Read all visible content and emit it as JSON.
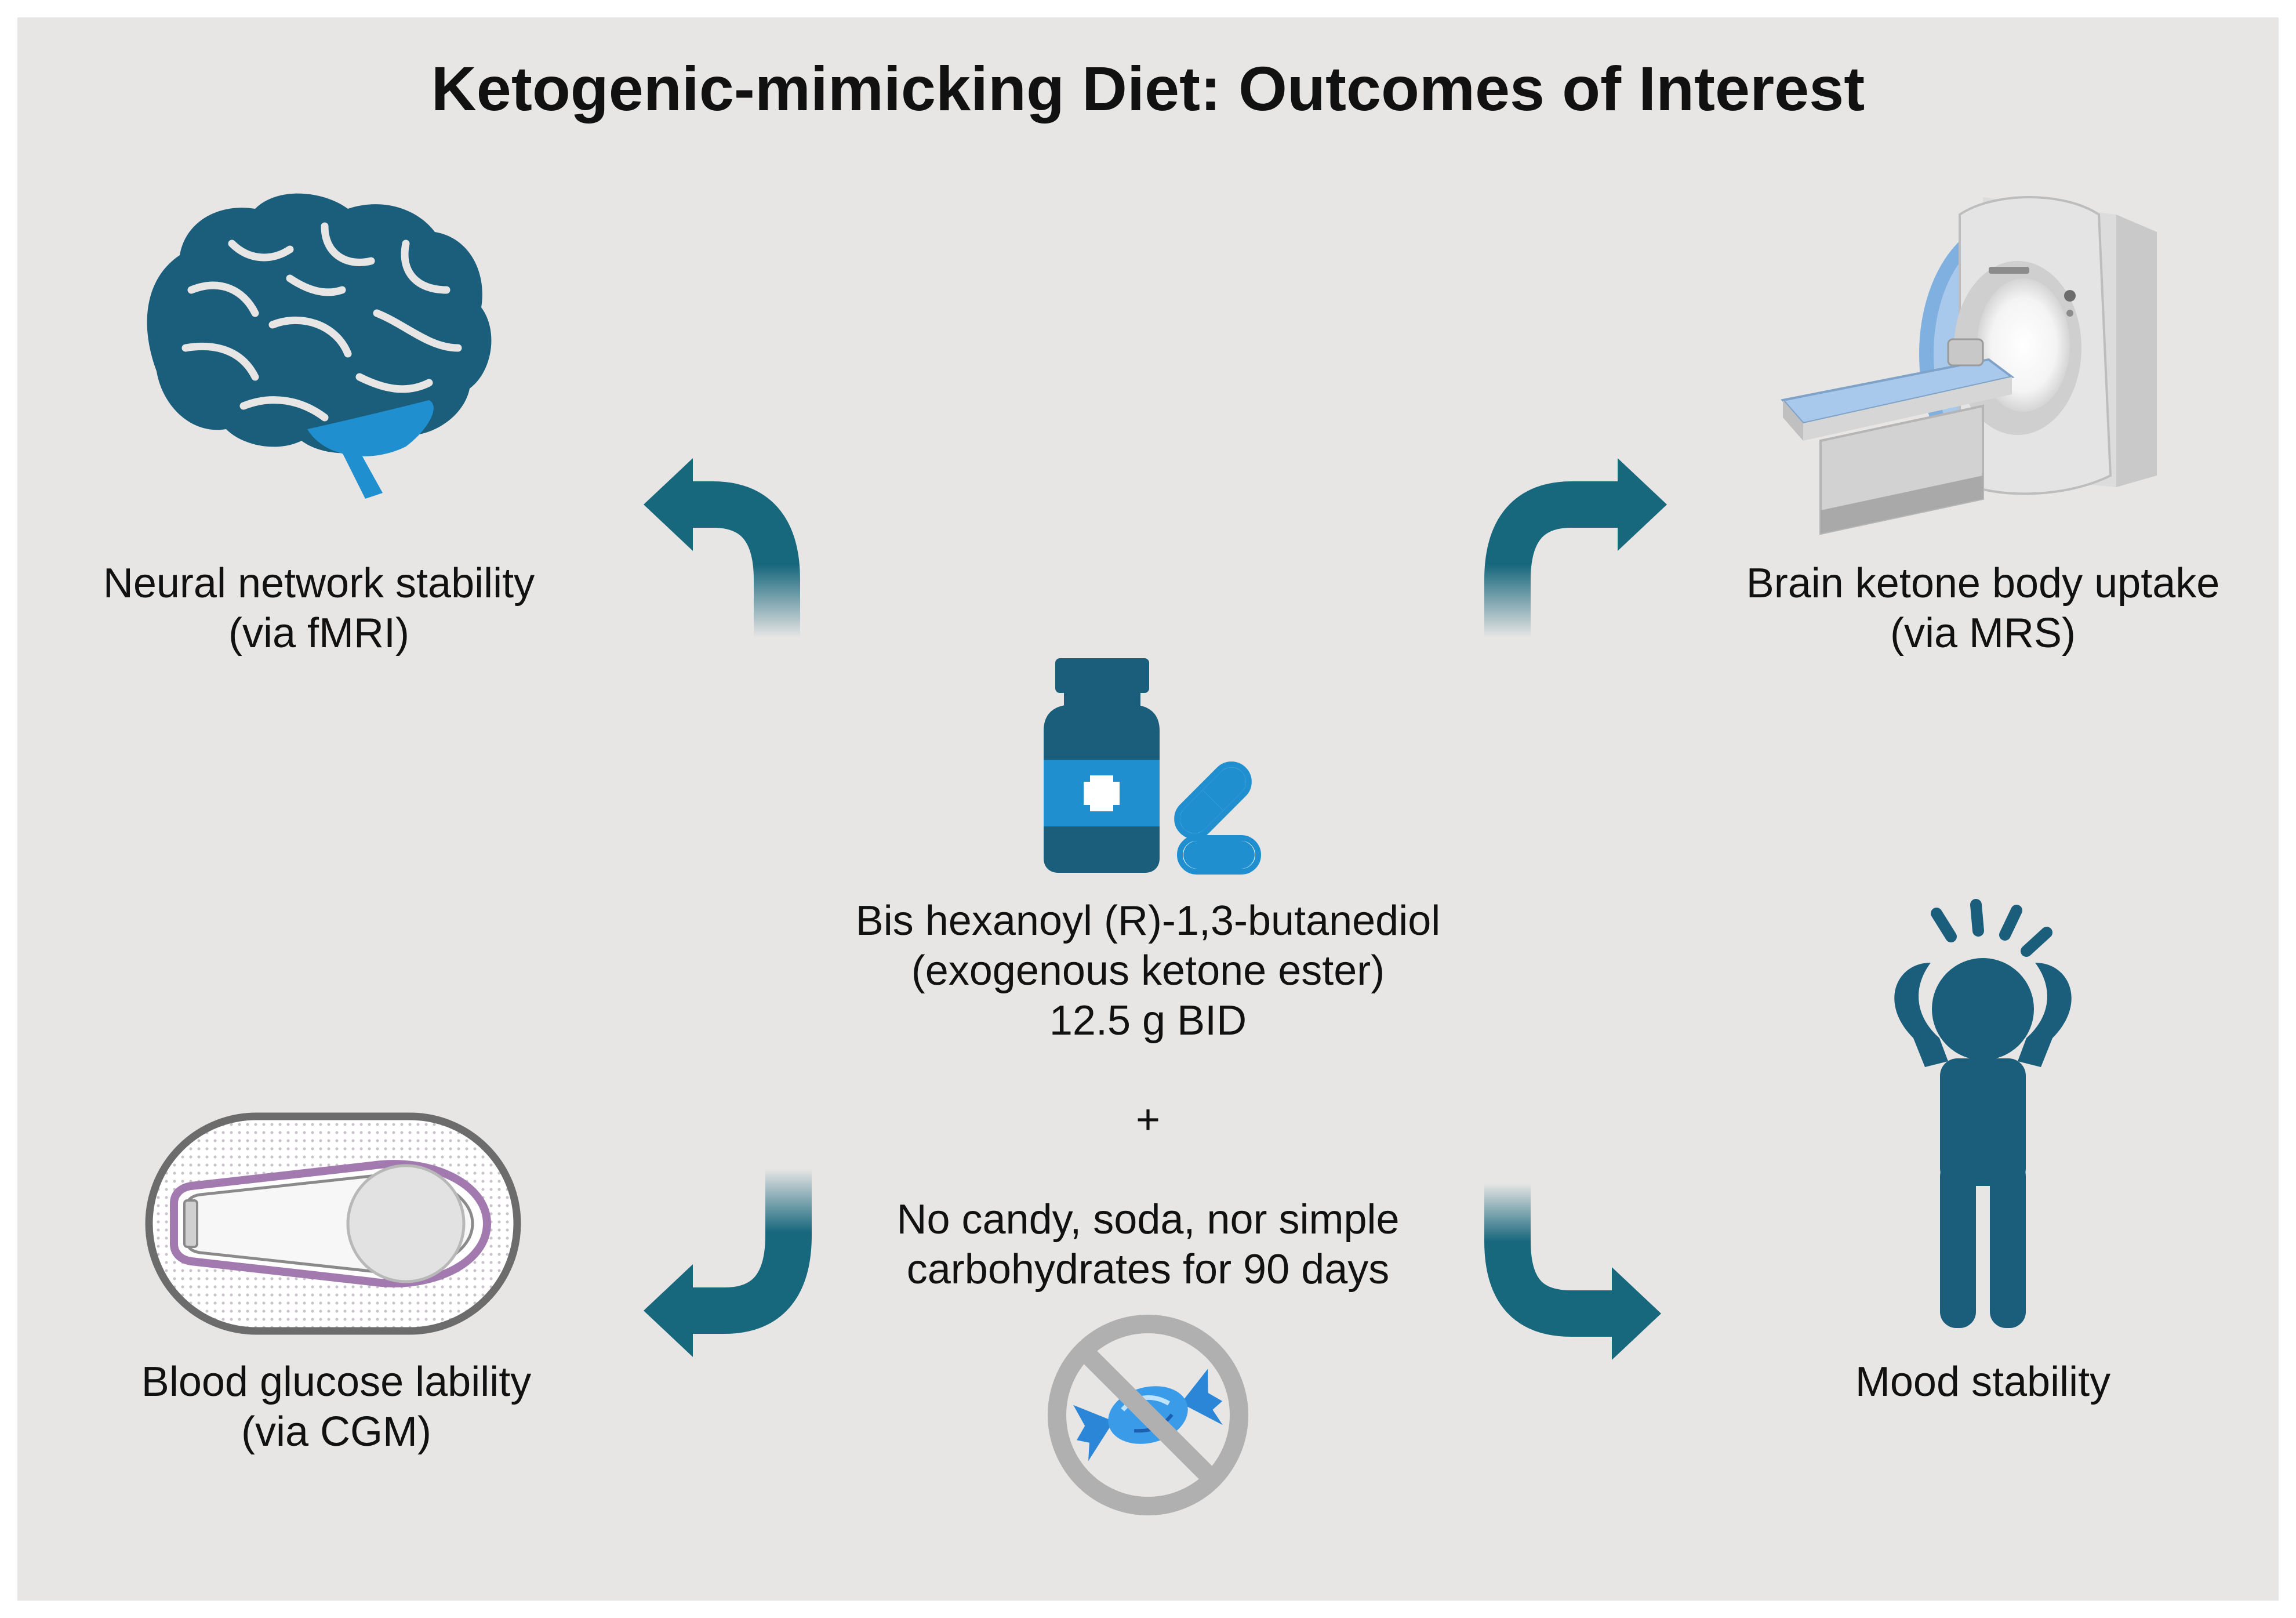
{
  "title": "Ketogenic-mimicking Diet: Outcomes of Interest",
  "outcomes": {
    "neural": {
      "line1": "Neural network stability",
      "line2": "(via fMRI)",
      "icon": "brain-icon"
    },
    "mrs": {
      "line1": "Brain ketone body uptake",
      "line2": "(via MRS)",
      "icon": "mri-scanner-icon"
    },
    "glucose": {
      "line1": "Blood glucose lability",
      "line2": "(via CGM)",
      "icon": "glucose-monitor-icon"
    },
    "mood": {
      "line1": "Mood stability",
      "icon": "stressed-person-icon"
    }
  },
  "intervention": {
    "drug_line1": "Bis hexanoyl (R)-1,3-butanediol",
    "drug_line2": "(exogenous ketone ester)",
    "drug_line3": "12.5 g BID",
    "plus": "+",
    "diet_line1": "No candy, soda, nor simple",
    "diet_line2": "carbohydrates for 90 days",
    "drug_icon": "medicine-bottle-pills-icon",
    "diet_icon": "no-candy-icon"
  },
  "colors": {
    "background": "#e8e6e5",
    "primary": "#1b5e7b",
    "accent": "#1f8fcf",
    "arrow": "#17677d",
    "prohibition": "#b0b0b0"
  }
}
